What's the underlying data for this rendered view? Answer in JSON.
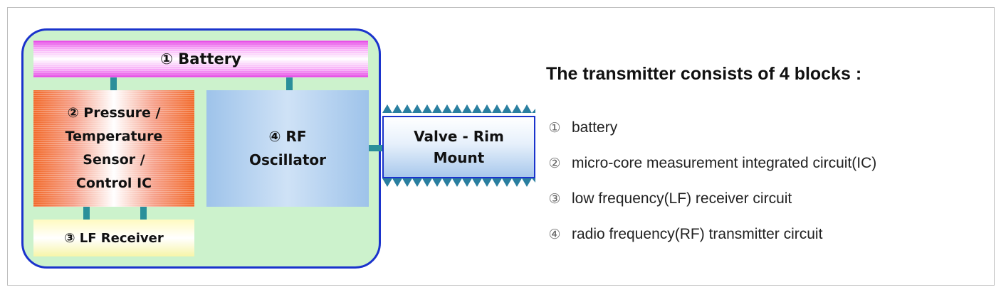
{
  "diagram": {
    "battery_label": "① Battery",
    "sensor_label": "② Pressure / Temperature Sensor / Control IC",
    "rf_label": "④ RF Oscillator",
    "lf_label": "③ LF Receiver",
    "valve_label": "Valve - Rim Mount"
  },
  "description": {
    "title": "The transmitter consists of 4 blocks :",
    "items": [
      {
        "num": "①",
        "text": "battery"
      },
      {
        "num": "②",
        "text": "micro-core measurement integrated circuit(IC)"
      },
      {
        "num": "③",
        "text": "low frequency(LF) receiver circuit"
      },
      {
        "num": "④",
        "text": "radio frequency(RF) transmitter circuit"
      }
    ]
  },
  "colors": {
    "module_fill": "#ccf2cc",
    "module_border": "#1a33cc",
    "battery": "#e33ee3",
    "sensor": "#f26a2a",
    "rf": "#9ec3ea",
    "lf": "#fffac0",
    "connector": "#2a8f9a"
  }
}
